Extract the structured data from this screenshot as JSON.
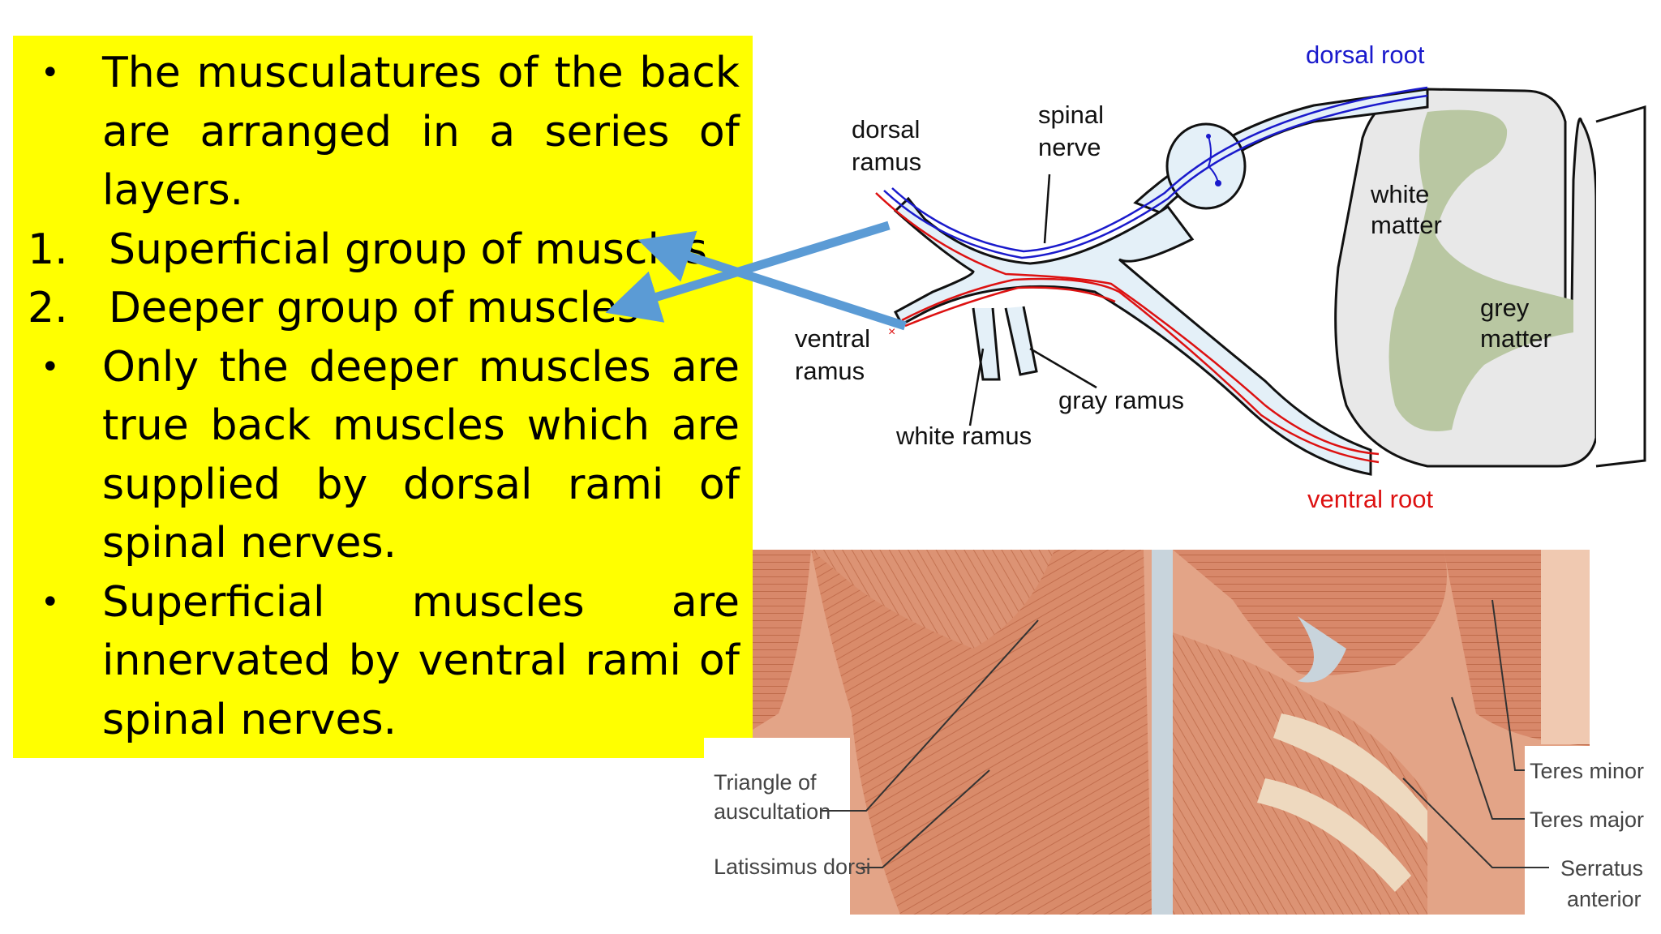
{
  "text_box": {
    "paragraphs": [
      {
        "marker": "•",
        "text": "The musculatures of the back are arranged in a series of layers."
      },
      {
        "marker": "1.",
        "text": "Superficial group of muscles"
      },
      {
        "marker": "2.",
        "text": "Deeper group of muscles"
      },
      {
        "marker": "•",
        "text": "Only the deeper muscles are true back muscles which are supplied by dorsal rami of spinal nerves."
      },
      {
        "marker": "•",
        "text": "Superficial muscles are innervated by ventral rami of spinal nerves."
      }
    ],
    "background_color": "#ffff00"
  },
  "nerve_diagram": {
    "labels": {
      "dorsal_root": "dorsal root",
      "spinal_nerve_line1": "spinal",
      "spinal_nerve_line2": "nerve",
      "dorsal_ramus_line1": "dorsal",
      "dorsal_ramus_line2": "ramus",
      "white_matter_line1": "white",
      "white_matter_line2": "matter",
      "grey_matter_line1": "grey",
      "grey_matter_line2": "matter",
      "ventral_ramus_line1": "ventral",
      "ventral_ramus_line2": "ramus",
      "gray_ramus": "gray ramus",
      "white_ramus": "white ramus",
      "ventral_root": "ventral root"
    },
    "colors": {
      "dorsal_root": "#1a1acc",
      "ventral_root": "#dd1111",
      "grey_matter": "#b9c7a2",
      "white_matter": "#e8e8e8",
      "nerve_fill": "#e4f0f8"
    }
  },
  "muscle_figure": {
    "labels": {
      "triangle_line1": "Triangle of",
      "triangle_line2": "auscultation",
      "latissimus": "Latissimus dorsi",
      "teres_minor": "Teres minor",
      "teres_major": "Teres major",
      "serratus_line1": "Serratus",
      "serratus_line2": "anterior"
    }
  },
  "arrows": {
    "color": "#5b9bd5"
  }
}
